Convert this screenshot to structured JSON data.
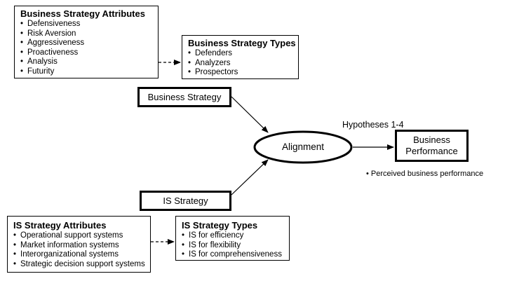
{
  "business_attributes": {
    "title": "Business Strategy Attributes",
    "items": [
      "Defensiveness",
      "Risk Aversion",
      "Aggressiveness",
      "Proactiveness",
      "Analysis",
      "Futurity"
    ]
  },
  "business_types": {
    "title": "Business Strategy Types",
    "items": [
      "Defenders",
      "Analyzers",
      "Prospectors"
    ]
  },
  "business_strategy": {
    "label": "Business Strategy"
  },
  "alignment": {
    "label": "Alignment"
  },
  "hypotheses": {
    "label": "Hypotheses 1-4"
  },
  "business_performance": {
    "line1": "Business",
    "line2": "Performance",
    "note": "• Perceived business performance"
  },
  "is_strategy": {
    "label": "IS Strategy"
  },
  "is_attributes": {
    "title": "IS Strategy Attributes",
    "items": [
      "Operational support systems",
      "Market information systems",
      "Interorganizational systems",
      "Strategic decision support systems"
    ]
  },
  "is_types": {
    "title": "IS Strategy Types",
    "items": [
      "IS for efficiency",
      "IS for flexibility",
      "IS for comprehensiveness"
    ]
  }
}
